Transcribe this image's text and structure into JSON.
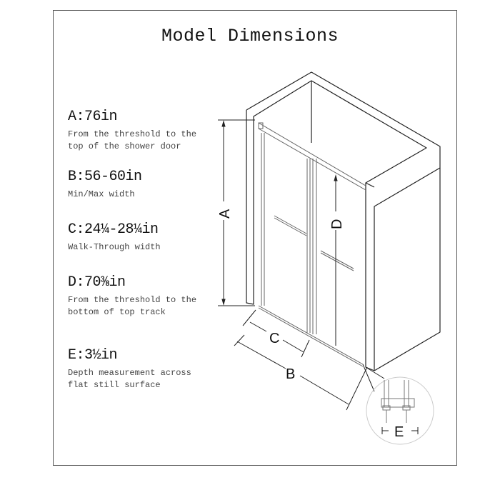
{
  "title": "Model Dimensions",
  "specs": [
    {
      "label": "A:76in",
      "description": "From the threshold to the\ntop of the shower door"
    },
    {
      "label": "B:56-60in",
      "description": "Min/Max width"
    },
    {
      "label": "C:24¼-28¼in",
      "description": "Walk-Through width"
    },
    {
      "label": "D:70⅜in",
      "description": "From the threshold to the\nbottom of top track"
    },
    {
      "label": "E:3½in",
      "description": "Depth measurement across\nflat still surface"
    }
  ],
  "diagram": {
    "dimension_labels": {
      "a": "A",
      "b": "B",
      "c": "C",
      "d": "D",
      "e": "E"
    },
    "line_color": "#222222",
    "detail_circle_color": "#cccccc"
  }
}
